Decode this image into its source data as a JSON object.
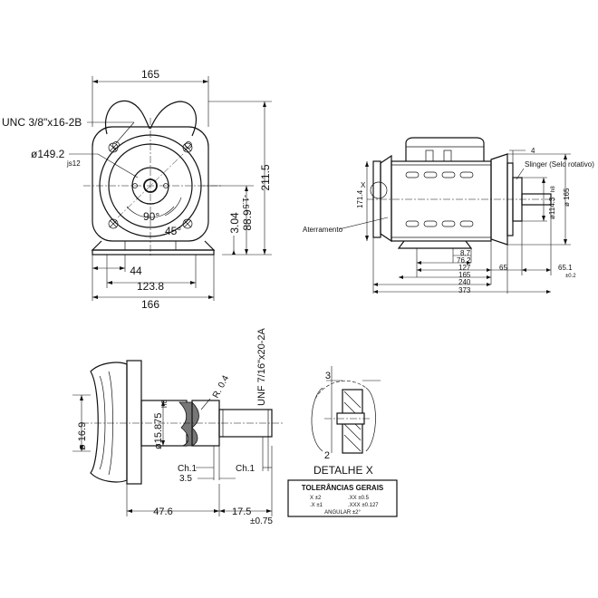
{
  "front_view": {
    "dim_top": "165",
    "dim_thread": "UNC  3/8\"x16-2B",
    "dim_pilot": "ø149.2",
    "dim_pilot_tol": "js12",
    "dim_angle_90": "90°",
    "dim_angle_45": "45°",
    "dim_height": "211.5",
    "dim_shaft_height": "88.9",
    "dim_shaft_tol": "-1.5",
    "dim_foot": "3.04",
    "dim_44": "44",
    "dim_123": "123.8",
    "dim_166": "166"
  },
  "side_view": {
    "dim_4": "4",
    "label_slinger": "Slinger (Selo rotativo)",
    "dim_171": "171.4",
    "label_x": "X",
    "label_ground": "Aterramento",
    "dim_114": "ø114.3",
    "dim_114_tol": "h8",
    "dim_165v": "ø 165",
    "dim_8_7": "8.7",
    "dim_76_2": "76.2",
    "dim_127": "127",
    "dim_165": "165",
    "dim_65": "65",
    "dim_65_1": "65.1",
    "dim_65_1_tol": "±0.2",
    "dim_240": "240",
    "dim_373": "373"
  },
  "shaft_view": {
    "dim_thread": "UNF 7/16\"x20-2A",
    "dim_radius": "R. 0.4",
    "dim_16_9": "ø 16.9",
    "dim_15_875": "ø15.875",
    "dim_15_875_tol": "h8",
    "dim_ch1_a": "Ch.1",
    "dim_ch1_b": "Ch.1",
    "dim_3_5": "3.5",
    "dim_47_6": "47.6",
    "dim_17_5": "17.5",
    "dim_17_5_tol": "±0.75"
  },
  "detail": {
    "dim_3": "3",
    "dim_2": "2",
    "label": "DETALHE  X"
  },
  "tolerance_box": {
    "title": "TOLERÂNCIAS  GERAIS",
    "row1_a": "X  ±2",
    "row1_b": ".XX  ±0.5",
    "row2_a": ".X  ±1",
    "row2_b": ".XXX  ±0.127",
    "row3": "ANGULAR  ±2°"
  }
}
